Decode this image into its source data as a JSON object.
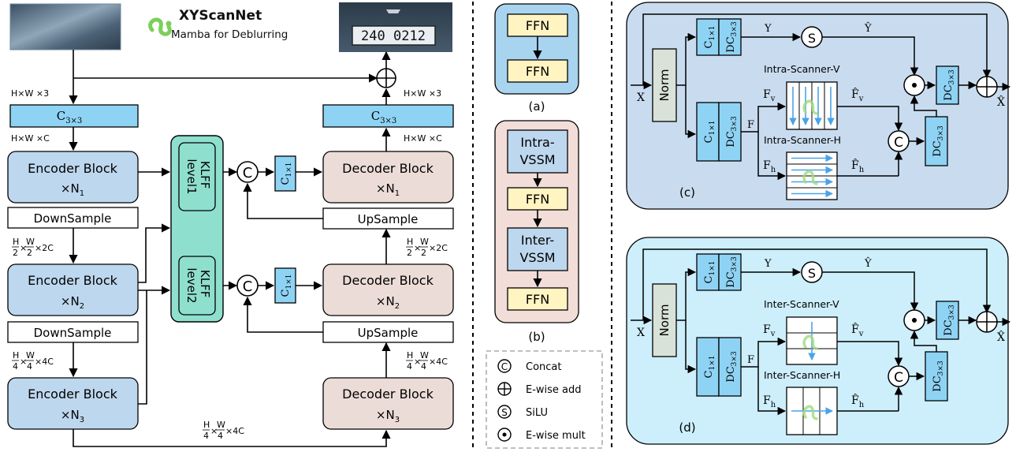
{
  "title": {
    "name": "XYScanNet",
    "subtitle": "Mamba for Deblurring"
  },
  "main": {
    "dims": {
      "in_hw3": "H×W ×3",
      "in_hwc": "H×W ×C",
      "half_pre": "H",
      "half_den": "2",
      "half_mid": "W",
      "half_suf": "×2C",
      "quarter_pre": "H",
      "quarter_den": "4",
      "quarter_mid": "W",
      "quarter_suf": "×4C",
      "out_hw3": "H×W ×3",
      "out_hwc": "H×W ×C"
    },
    "conv_in": "C",
    "conv_in_sub": "3×3",
    "conv_out": "C",
    "conv_out_sub": "3×3",
    "encoder": [
      {
        "label": "Encoder Block",
        "mult": "×N",
        "sub": "1"
      },
      {
        "label": "Encoder Block",
        "mult": "×N",
        "sub": "2"
      },
      {
        "label": "Encoder Block",
        "mult": "×N",
        "sub": "3"
      }
    ],
    "decoder": [
      {
        "label": "Decoder Block",
        "mult": "×N",
        "sub": "1"
      },
      {
        "label": "Decoder Block",
        "mult": "×N",
        "sub": "2"
      },
      {
        "label": "Decoder Block",
        "mult": "×N",
        "sub": "3"
      }
    ],
    "downsample": "DownSample",
    "upsample": "UpSample",
    "klff": [
      {
        "line1": "KLFF",
        "line2": "level1"
      },
      {
        "line1": "KLFF",
        "line2": "level2"
      }
    ],
    "conv1x1": "C",
    "conv1x1_sub": "1×1",
    "concat_symbol": "C",
    "plate_text": "240 0212"
  },
  "panel_a": {
    "blocks": [
      "FFN",
      "FFN"
    ],
    "caption": "(a)"
  },
  "panel_b": {
    "blocks": [
      {
        "l1": "Intra-",
        "l2": "VSSM"
      },
      {
        "l1": "FFN",
        "l2": ""
      },
      {
        "l1": "Inter-",
        "l2": "VSSM"
      },
      {
        "l1": "FFN",
        "l2": ""
      }
    ],
    "caption": "(b)"
  },
  "legend": {
    "items": [
      {
        "symbol": "C",
        "label": "Concat"
      },
      {
        "symbol": "+",
        "label": "E-wise add"
      },
      {
        "symbol": "S",
        "label": "SiLU"
      },
      {
        "symbol": "•",
        "label": "E-wise mult"
      }
    ]
  },
  "panel_c": {
    "caption": "(c)",
    "norm": "Norm",
    "x_in": "X",
    "x_out": "X̂",
    "y": "Y",
    "y_hat": "Ŷ",
    "f": "F",
    "fv": "F",
    "fv_sub": "v",
    "fh": "F",
    "fh_sub": "h",
    "fv_hat": "F̂",
    "fh_hat": "F̂",
    "scanner_v": "Intra-Scanner-V",
    "scanner_h": "Intra-Scanner-H",
    "c1x1": "C",
    "c1x1_sub": "1×1",
    "dc": "DC",
    "dc_sub": "3×3",
    "silu": "S",
    "concat": "C"
  },
  "panel_d": {
    "caption": "(d)",
    "norm": "Norm",
    "x_in": "X",
    "x_out": "X̂",
    "y": "Y",
    "y_hat": "Ŷ",
    "f": "F",
    "fv": "F",
    "fv_sub": "v",
    "fh": "F",
    "fh_sub": "h",
    "fv_hat": "F̂",
    "fh_hat": "F̂",
    "scanner_v": "Inter-Scanner-V",
    "scanner_h": "Inter-Scanner-H",
    "c1x1": "C",
    "c1x1_sub": "1×1",
    "dc": "DC",
    "dc_sub": "3×3",
    "silu": "S",
    "concat": "C"
  },
  "colors": {
    "encoder_fill": "#bdd7ee",
    "decoder_fill": "#ecdcd7",
    "conv_fill": "#8fd3f4",
    "klff_fill": "#8fdfcf",
    "ffn_fill": "#fff4c2",
    "panel_a_bg": "#a9d4f0",
    "panel_b_bg": "#f2ddd8",
    "panel_c_bg": "#c9dcef",
    "panel_d_bg": "#cdeefb",
    "norm_fill": "#d9e2d9",
    "logo_green": "#7ccf5a"
  }
}
